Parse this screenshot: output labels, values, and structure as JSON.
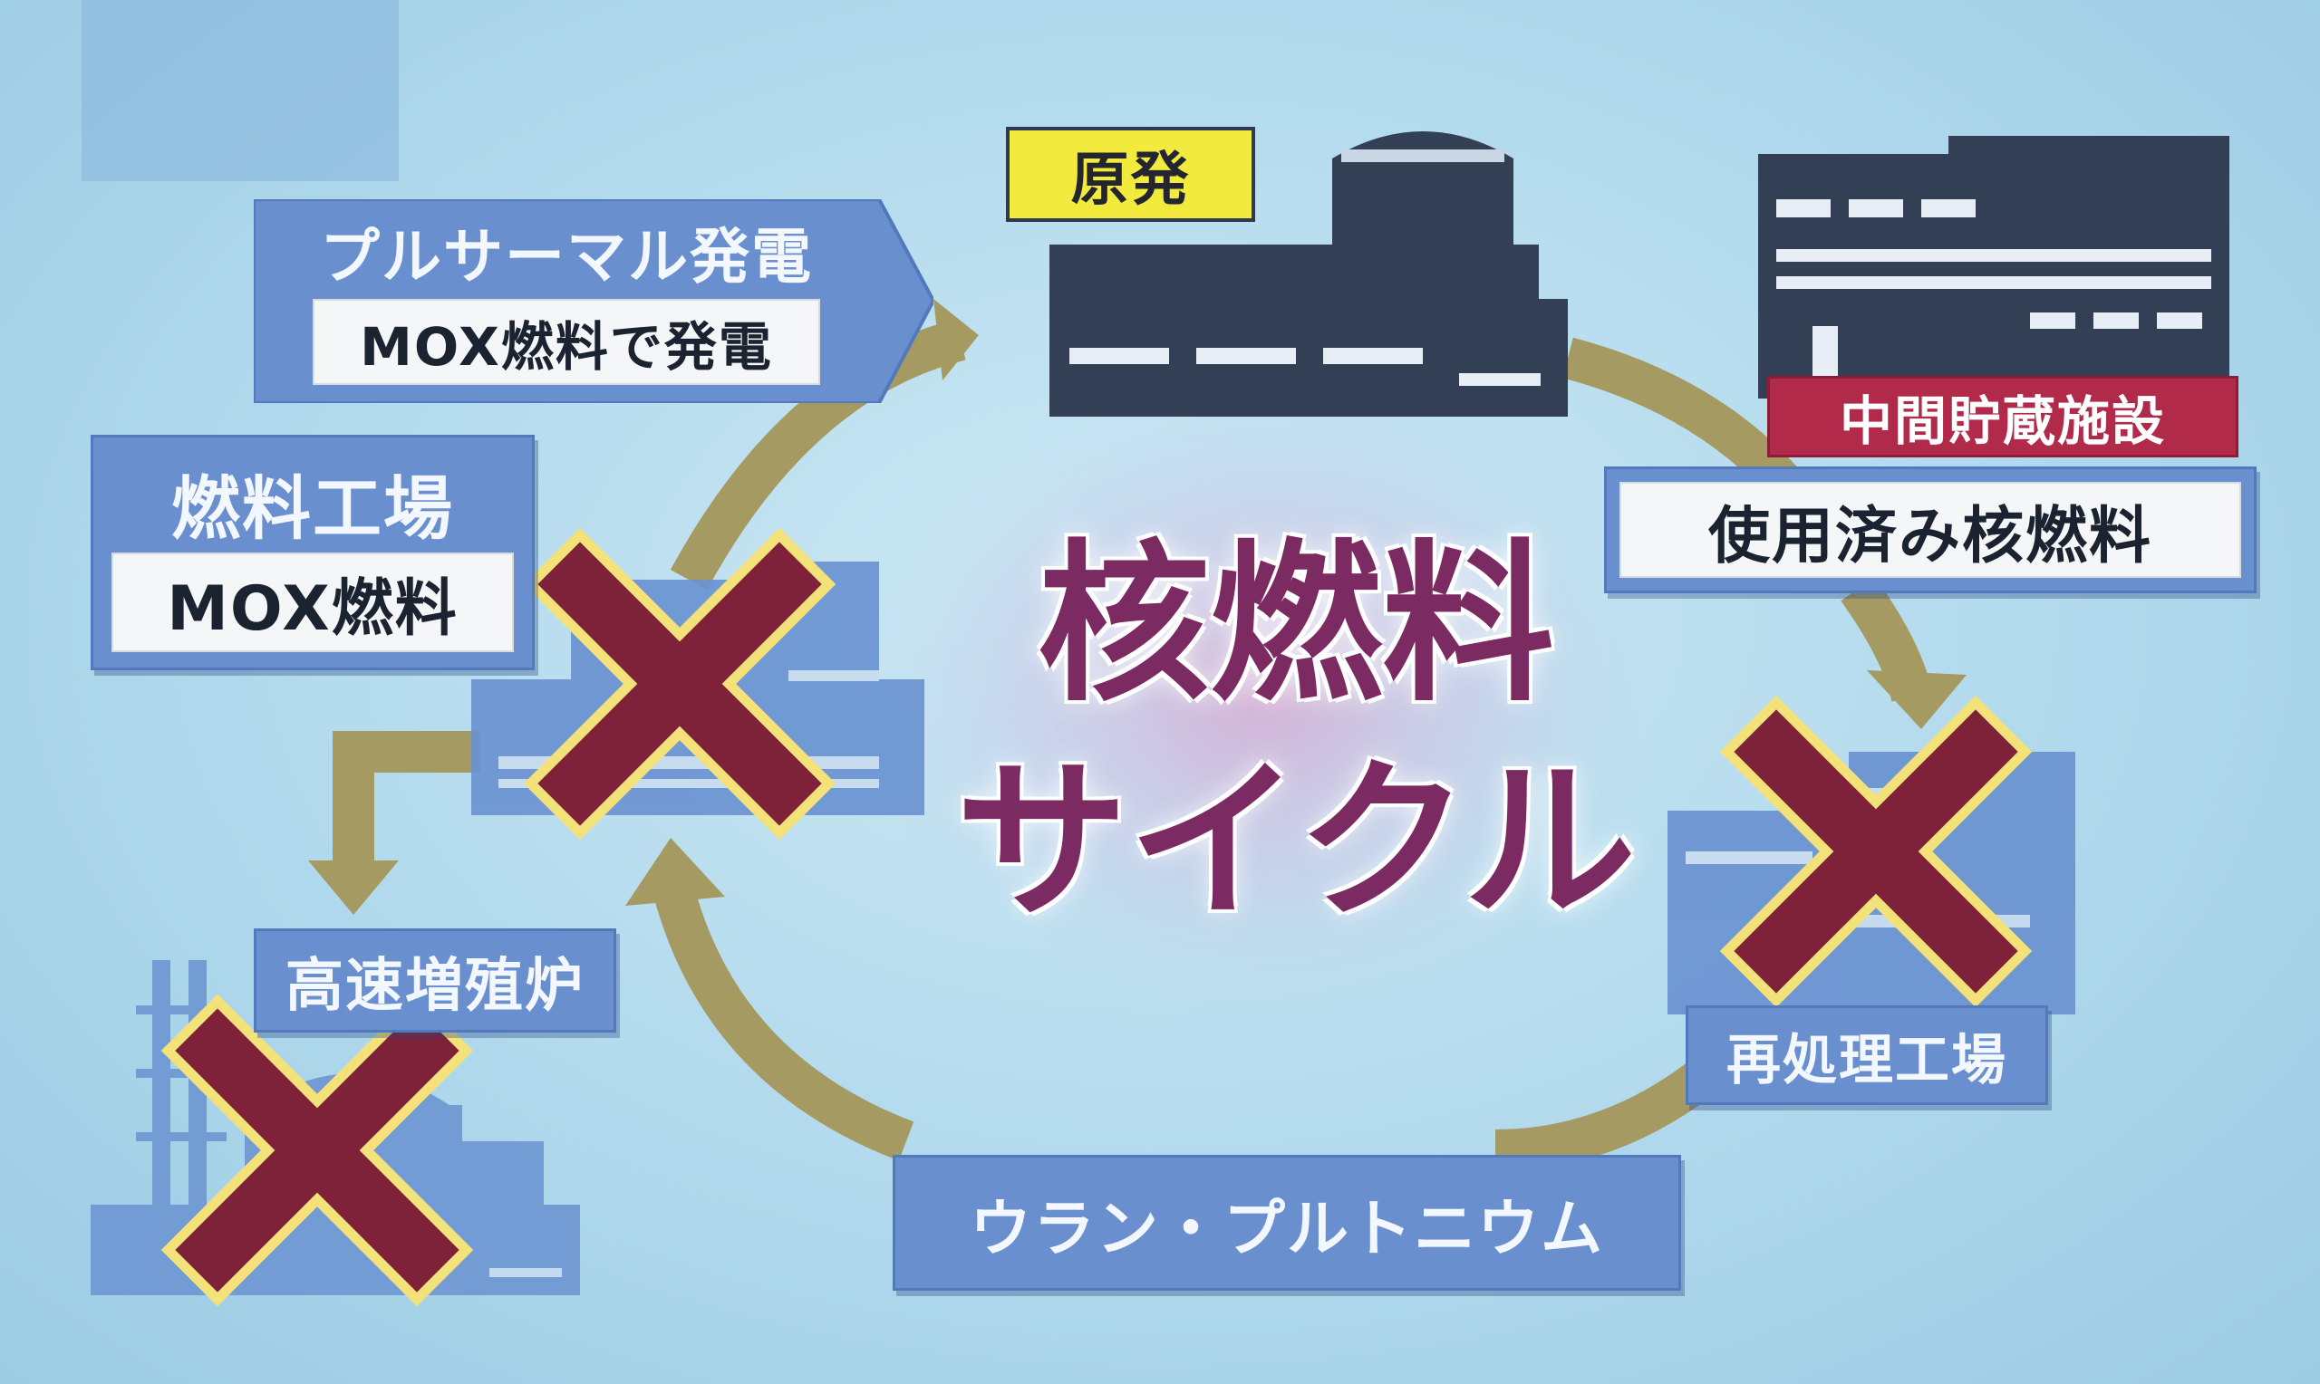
{
  "title": {
    "line1": "核燃料",
    "line2": "サイクル"
  },
  "nodes": {
    "nuclear_plant": "原発",
    "interim_storage": "中間貯蔵施設",
    "spent_fuel": "使用済み核燃料",
    "reprocessing_plant": "再処理工場",
    "uranium_plutonium": "ウラン・プルトニウム",
    "fuel_factory": "燃料工場",
    "fuel_factory_sub": "MOX燃料",
    "fast_breeder": "高速増殖炉",
    "pluthermal": "プルサーマル発電",
    "pluthermal_sub": "MOX燃料で発電"
  },
  "colors": {
    "cycle_arrow": "#a69a63",
    "x_mark": "#7d2238",
    "x_outline": "#f3e27a",
    "title_text": "#7c2a62",
    "label_blue": "#6a8fcf",
    "label_red": "#b12a4a",
    "label_yellow": "#f2ea3c",
    "building_dark": "#333f55"
  },
  "icons": [
    "nuclear-plant-icon",
    "storage-facility-icon",
    "reprocessing-plant-icon",
    "fuel-factory-icon",
    "fast-breeder-reactor-icon",
    "x-mark-icon"
  ]
}
